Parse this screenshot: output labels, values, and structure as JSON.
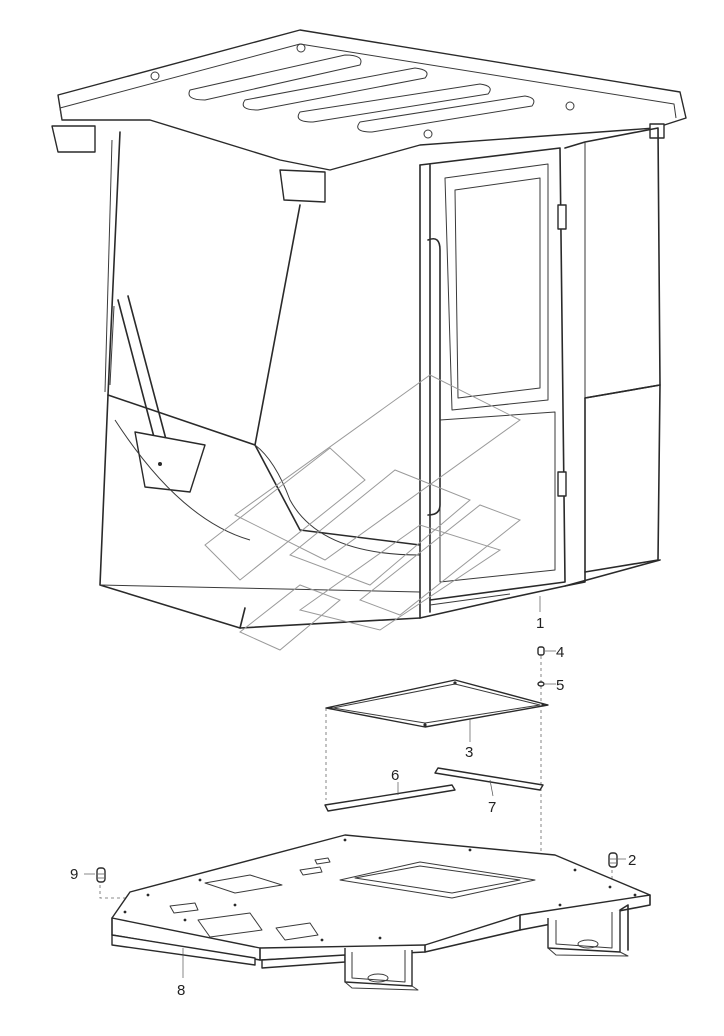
{
  "callouts": [
    {
      "id": "1",
      "label": "1"
    },
    {
      "id": "2",
      "label": "2"
    },
    {
      "id": "3",
      "label": "3"
    },
    {
      "id": "4",
      "label": "4"
    },
    {
      "id": "5",
      "label": "5"
    },
    {
      "id": "6",
      "label": "6"
    },
    {
      "id": "7",
      "label": "7"
    },
    {
      "id": "8",
      "label": "8"
    },
    {
      "id": "9",
      "label": "9"
    }
  ],
  "colors": {
    "line": "#2a2a2a",
    "watermark": "#9a9a9a",
    "background": "#ffffff"
  }
}
